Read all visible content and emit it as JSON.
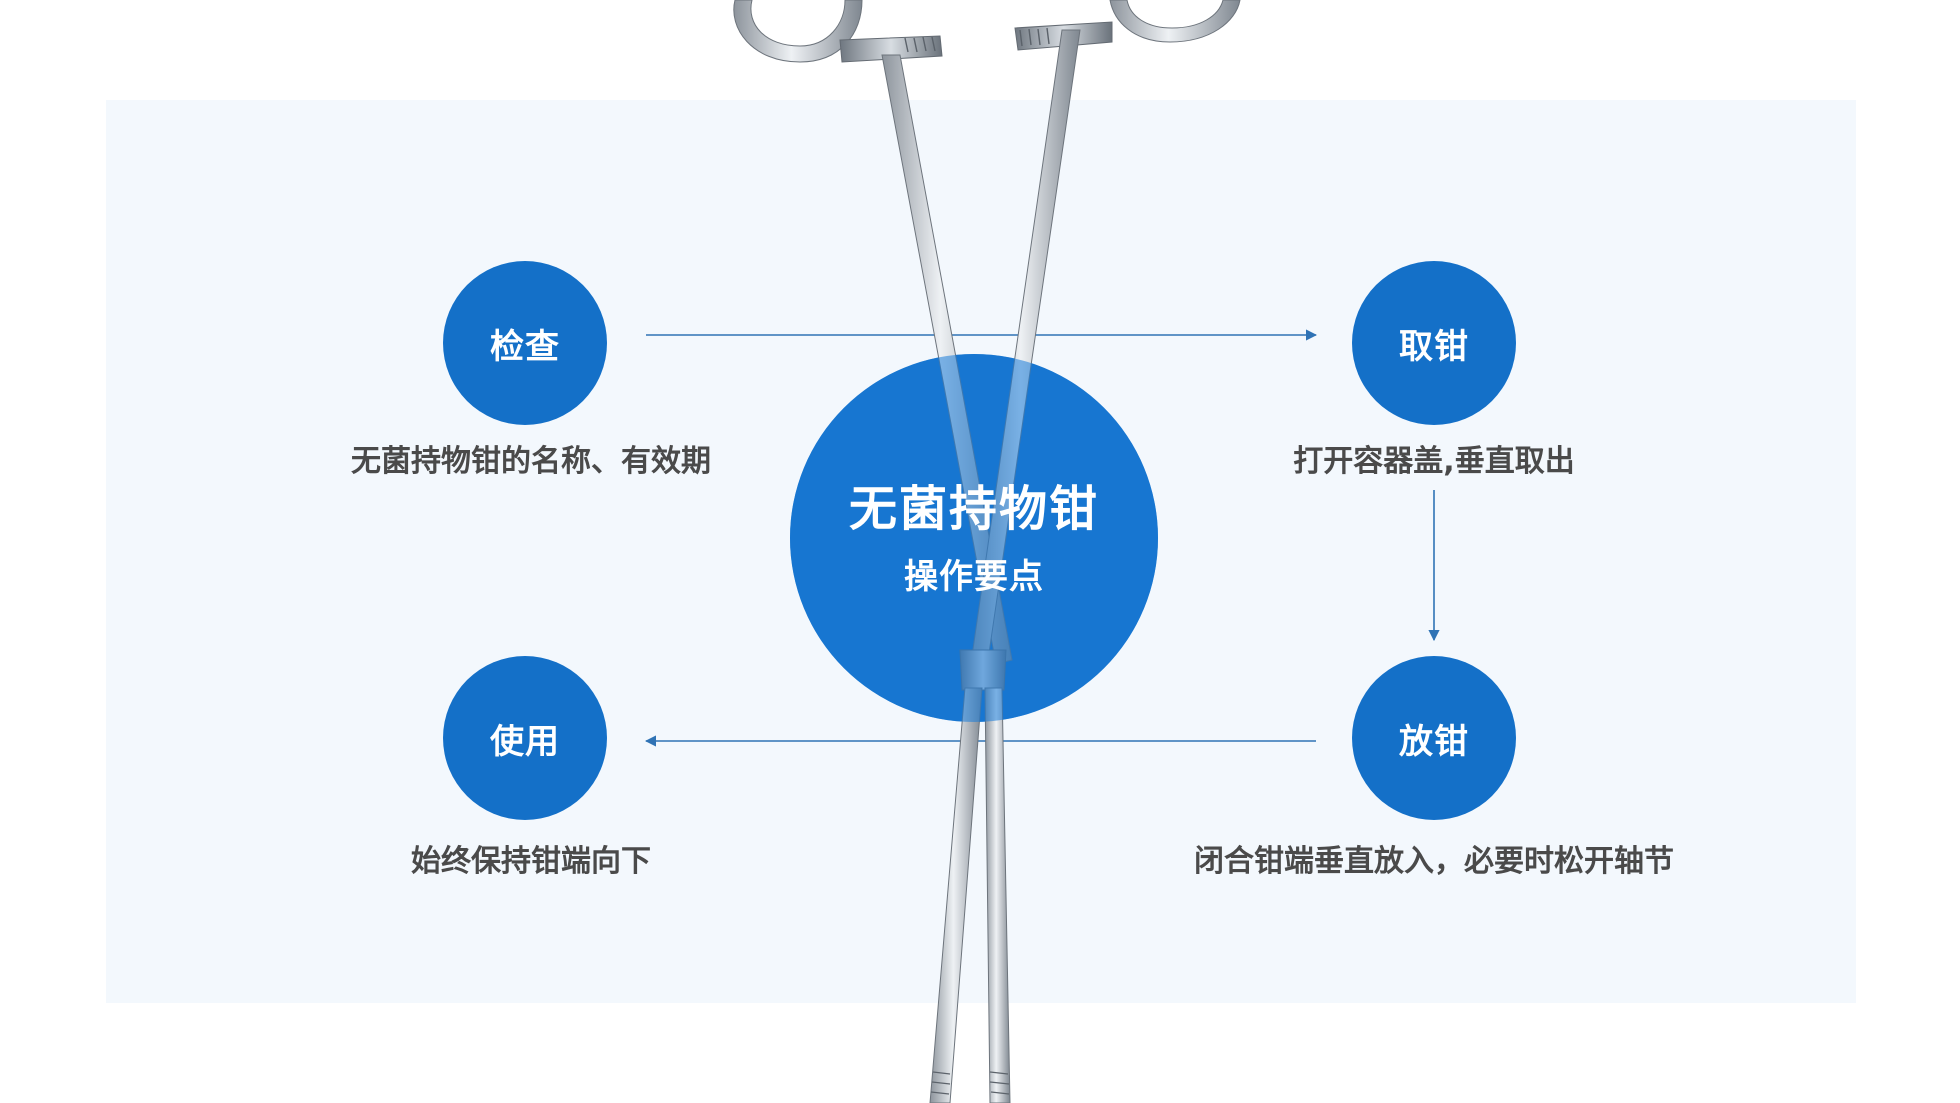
{
  "center": {
    "title": "无菌持物钳",
    "subtitle": "操作要点"
  },
  "steps": [
    {
      "label": "检查",
      "description": "无菌持物钳的名称、有效期"
    },
    {
      "label": "取钳",
      "description": "打开容器盖,垂直取出"
    },
    {
      "label": "放钳",
      "description": "闭合钳端垂直放入，必要时松开轴节"
    },
    {
      "label": "使用",
      "description": "始终保持钳端向下"
    }
  ],
  "colors": {
    "node_fill": "#1470c8",
    "arrow": "#2f73b5",
    "panel": "#f3f8fd",
    "description_text": "#4a4a4a"
  },
  "icons": [
    "forceps-illustration",
    "arrow-right",
    "arrow-down",
    "arrow-left"
  ]
}
